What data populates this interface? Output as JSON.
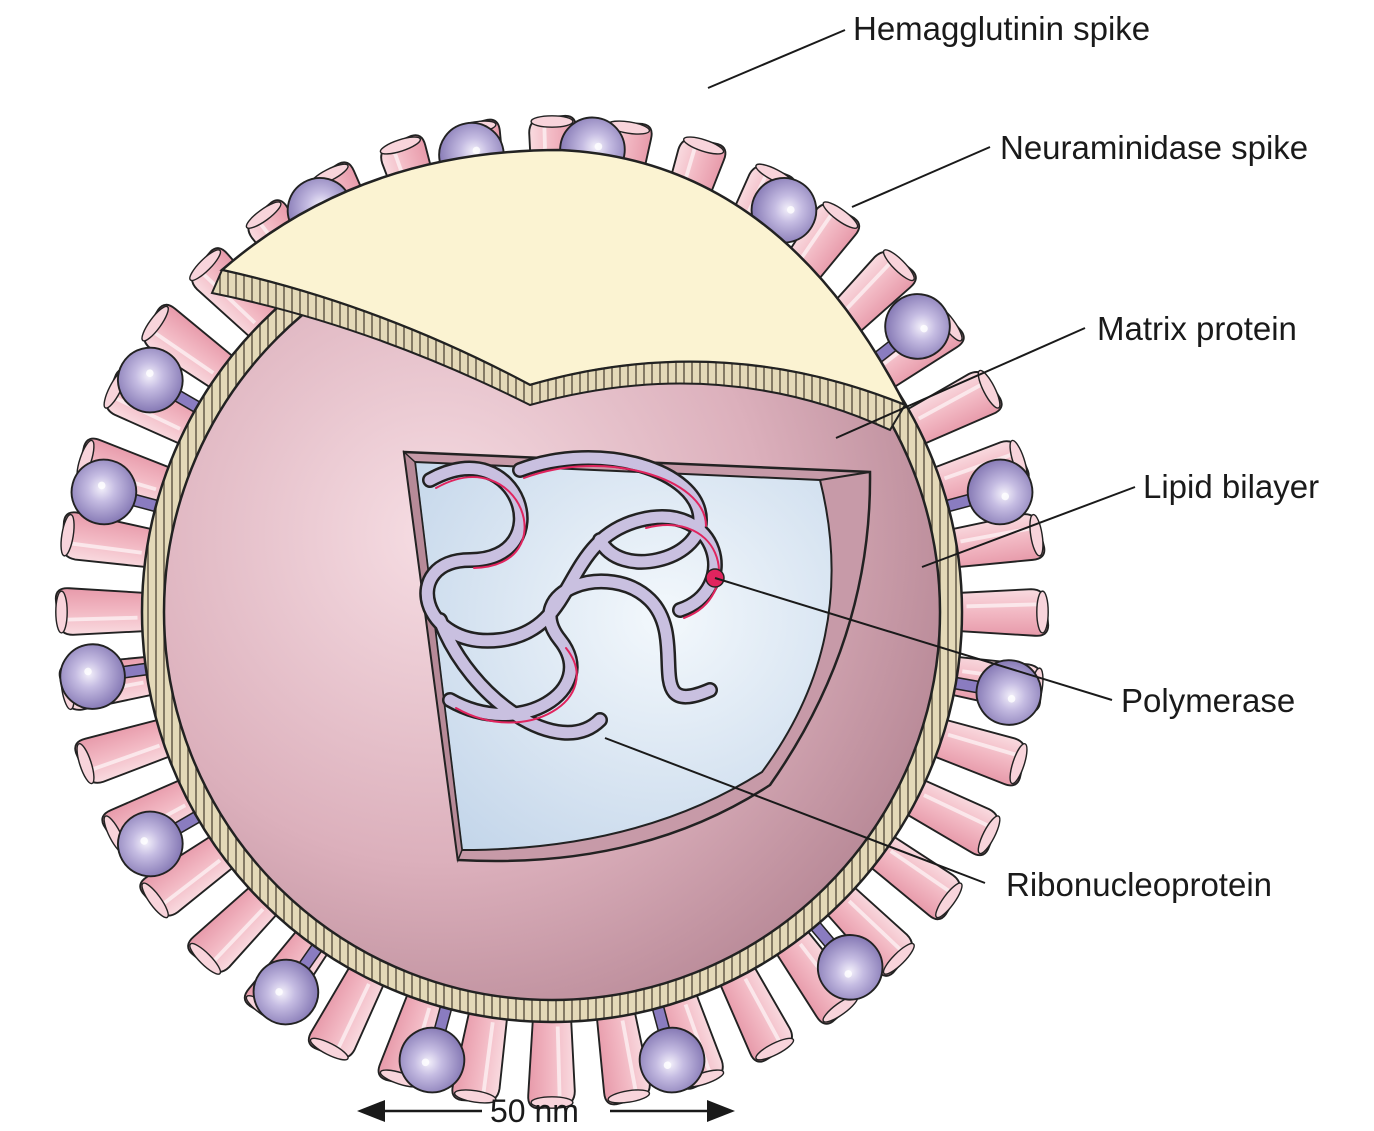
{
  "labels": {
    "hemagglutinin": "Hemagglutinin spike",
    "neuraminidase": "Neuraminidase spike",
    "matrix": "Matrix protein",
    "lipid": "Lipid bilayer",
    "polymerase": "Polymerase",
    "ribonucleoprotein": "Ribonucleoprotein"
  },
  "scale_bar": {
    "text": "50 nm"
  },
  "colors": {
    "hemagglutinin": "#f2bfc8",
    "neuraminidase": "#9d90c6",
    "matrix": "#d9aab5",
    "lipid": "#e2d7b6",
    "envelope_surface": "#fbf3d2",
    "core": "#dce8f4",
    "polymerase": "#e0245e",
    "outline": "#222222"
  }
}
